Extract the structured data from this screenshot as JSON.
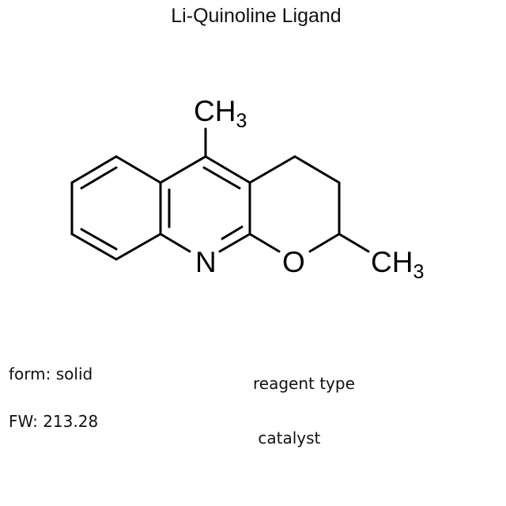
{
  "title": "Li-Quinoline Ligand",
  "structure": {
    "atoms": {
      "top_methyl": {
        "label": "CH",
        "subscript": "3"
      },
      "nitrogen": {
        "label": "N"
      },
      "oxygen": {
        "label": "O"
      },
      "right_methyl": {
        "label": "CH",
        "subscript": "3"
      }
    },
    "line_color": "#000000"
  },
  "properties": {
    "form": "form: solid",
    "fw": "FW: 213.28"
  },
  "reagent": {
    "label": "reagent type",
    "value": " catalyst"
  }
}
